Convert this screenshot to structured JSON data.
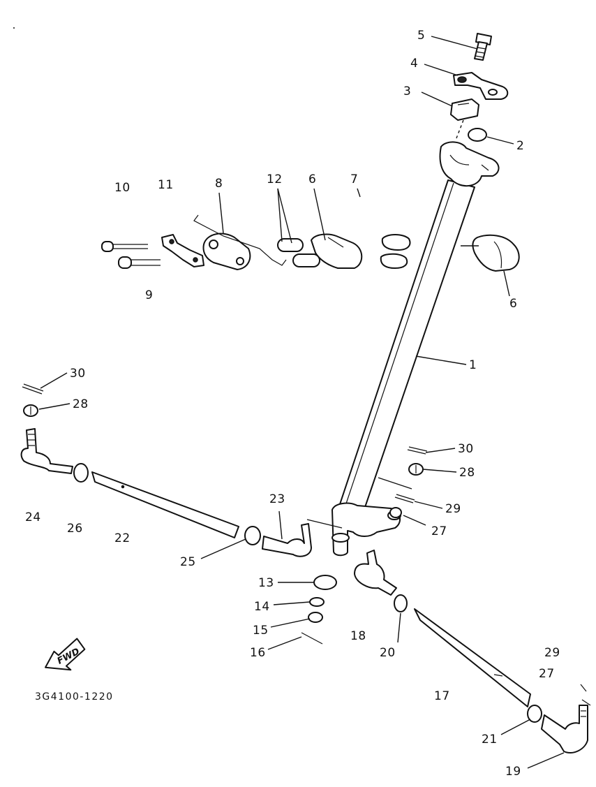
{
  "diagram": {
    "drawing_code": "3G4100-1220",
    "fwd_label": "FWD",
    "callouts": {
      "c1": "1",
      "c2": "2",
      "c3": "3",
      "c4": "4",
      "c5": "5",
      "c6a": "6",
      "c6b": "6",
      "c7": "7",
      "c8": "8",
      "c9": "9",
      "c10": "10",
      "c11": "11",
      "c12": "12",
      "c13": "13",
      "c14": "14",
      "c15": "15",
      "c16": "16",
      "c17": "17",
      "c18": "18",
      "c19": "19",
      "c20": "20",
      "c21": "21",
      "c22": "22",
      "c23": "23",
      "c24": "24",
      "c25": "25",
      "c26": "26",
      "c27a": "27",
      "c27b": "27",
      "c28a": "28",
      "c28b": "28",
      "c29a": "29",
      "c29b": "29",
      "c30a": "30",
      "c30b": "30"
    }
  }
}
